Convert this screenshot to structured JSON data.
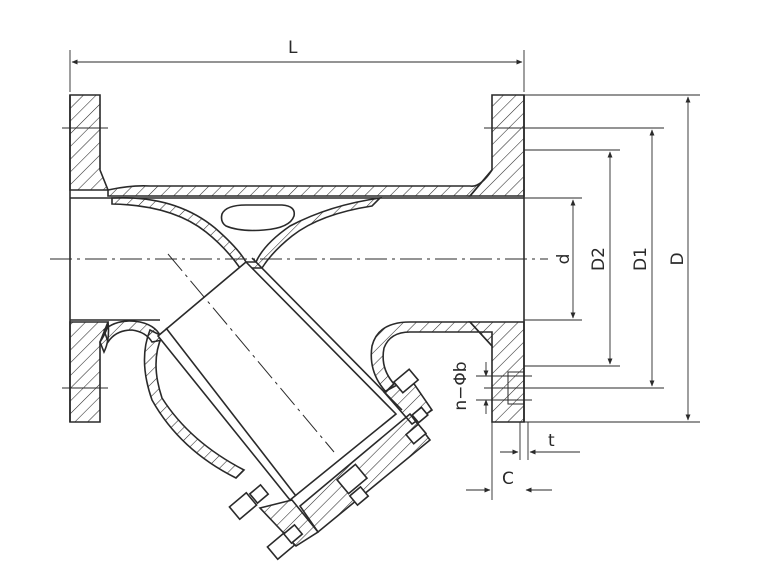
{
  "drawing": {
    "subject": "y-strainer-cross-section",
    "dimensions": {
      "length": "L",
      "bore": "d",
      "raised_face": "D2",
      "bolt_circle": "D1",
      "flange_outer": "D",
      "bolt_holes": "n−Φb",
      "face_thickness": "t",
      "flange_thickness": "C"
    },
    "colors": {
      "line": "#2a2a2a",
      "background": "#ffffff"
    }
  }
}
